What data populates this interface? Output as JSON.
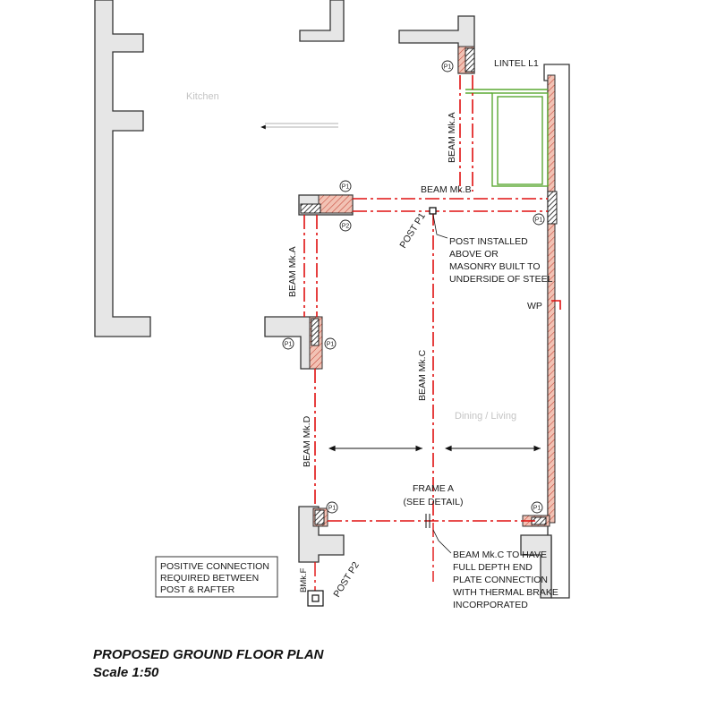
{
  "rooms": {
    "kitchen": "Kitchen",
    "dining": "Dining / Living"
  },
  "labels": {
    "lintel": "LINTEL L1",
    "beam_a_top": "BEAM Mk.A",
    "beam_b": "BEAM Mk.B",
    "beam_a_left": "BEAM Mk.A",
    "beam_c": "BEAM Mk.C",
    "beam_d": "BEAM Mk.D",
    "post_p1": "POST P1",
    "post_p2": "POST P2",
    "bmk_f": "BMk.F",
    "wp": "WP",
    "frame_a": "FRAME A",
    "see_detail": "(SEE DETAIL)"
  },
  "tags": {
    "p1": "P1",
    "p2": "P2"
  },
  "notes": {
    "post_installed": [
      "POST INSTALLED",
      "ABOVE OR",
      "MASONRY BUILT TO",
      "UNDERSIDE OF STEEL"
    ],
    "beam_c_connection": [
      "BEAM Mk.C TO HAVE",
      "FULL DEPTH END",
      "PLATE CONNECTION",
      "WITH THERMAL BRAKE",
      "INCORPORATED"
    ],
    "positive_connection": [
      "POSITIVE CONNECTION",
      "REQUIRED BETWEEN",
      "POST & RAFTER"
    ]
  },
  "title": {
    "main": "PROPOSED GROUND FLOOR PLAN",
    "scale": "Scale 1:50"
  },
  "colors": {
    "steel": "#e01010",
    "lintel": "#5aa832",
    "masonry": "#e8b0a0"
  }
}
